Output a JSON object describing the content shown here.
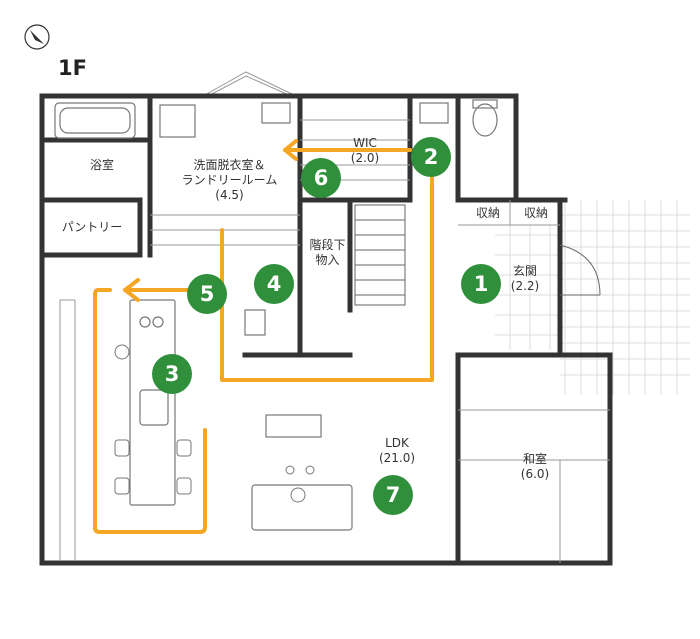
{
  "floor_label": "1F",
  "north_label": "N",
  "rooms": {
    "bath": "浴室",
    "washroom_line1": "洗面脱衣室＆",
    "washroom_line2": "ランドリールーム",
    "washroom_size": "(4.5)",
    "wic": "WIC",
    "wic_size": "(2.0)",
    "pantry": "パントリー",
    "under_stair_line1": "階段下",
    "under_stair_line2": "物入",
    "storage_a": "収納",
    "storage_b": "収納",
    "entrance": "玄関",
    "entrance_size": "(2.2)",
    "ldk": "LDK",
    "ldk_size": "(21.0)",
    "washitsu": "和室",
    "washitsu_size": "(6.0)"
  },
  "markers": [
    "1",
    "2",
    "3",
    "4",
    "5",
    "6",
    "7"
  ],
  "colors": {
    "wall": "#333333",
    "route": "#f5a623",
    "marker": "#2f8f3a",
    "fixture": "#999999"
  }
}
